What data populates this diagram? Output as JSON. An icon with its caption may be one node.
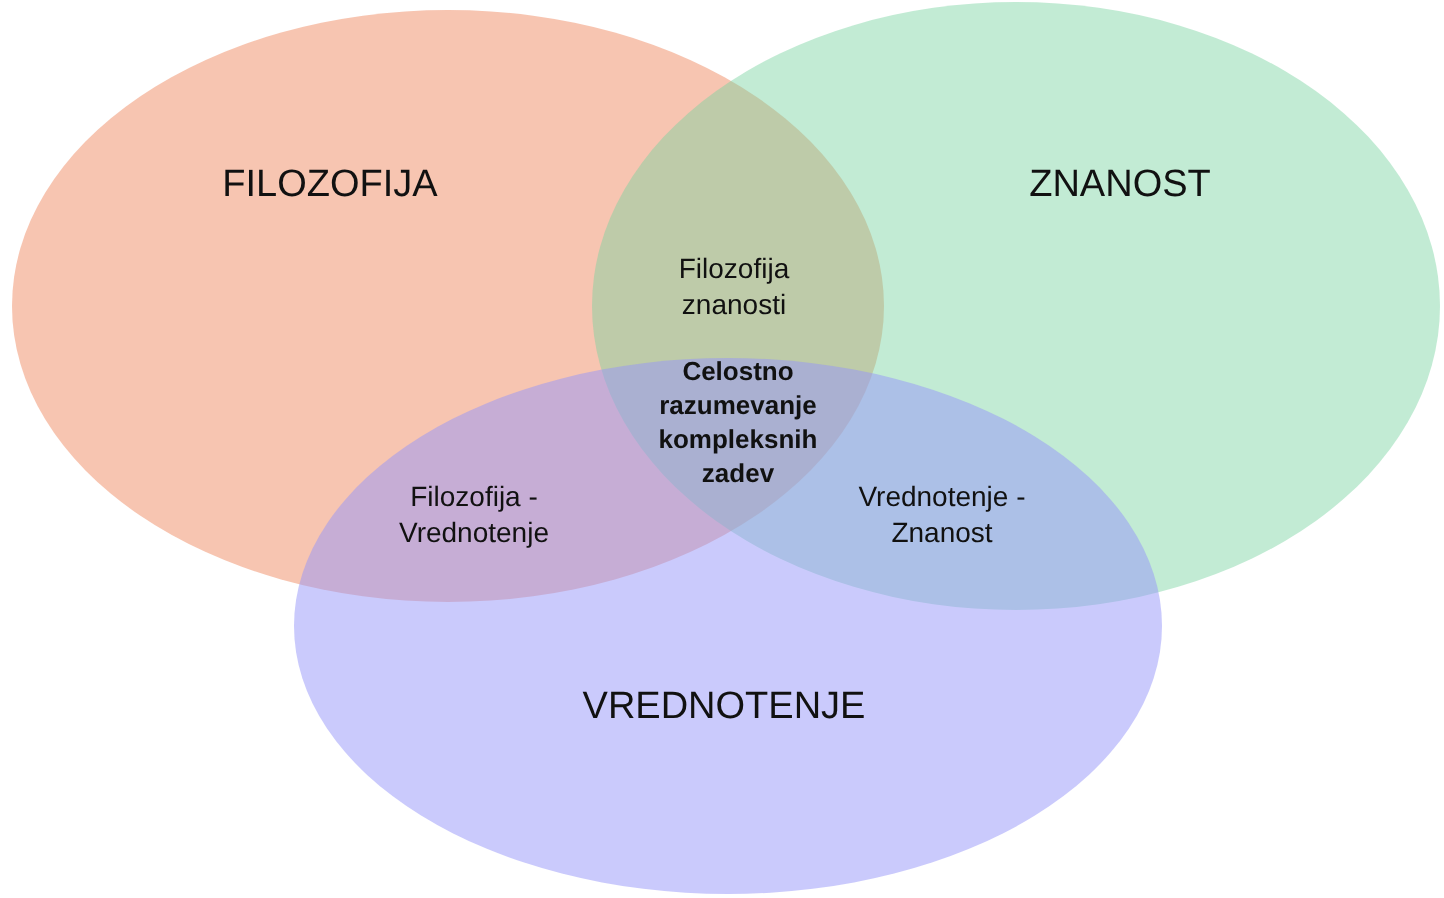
{
  "diagram": {
    "nodes": [
      {
        "text": [
          "FILOZOFIJA"
        ]
      },
      {
        "text": [
          "ZNANOST"
        ]
      },
      {
        "text": [
          "VREDNOTENJE"
        ]
      }
    ],
    "edges": [],
    "labels": [
      "Filozofija znanosti",
      "Celostno razumevanje kompleksnih zadev",
      "Filozofija - Vrednotenje",
      "Vrednotenje - Znanost"
    ]
  }
}
